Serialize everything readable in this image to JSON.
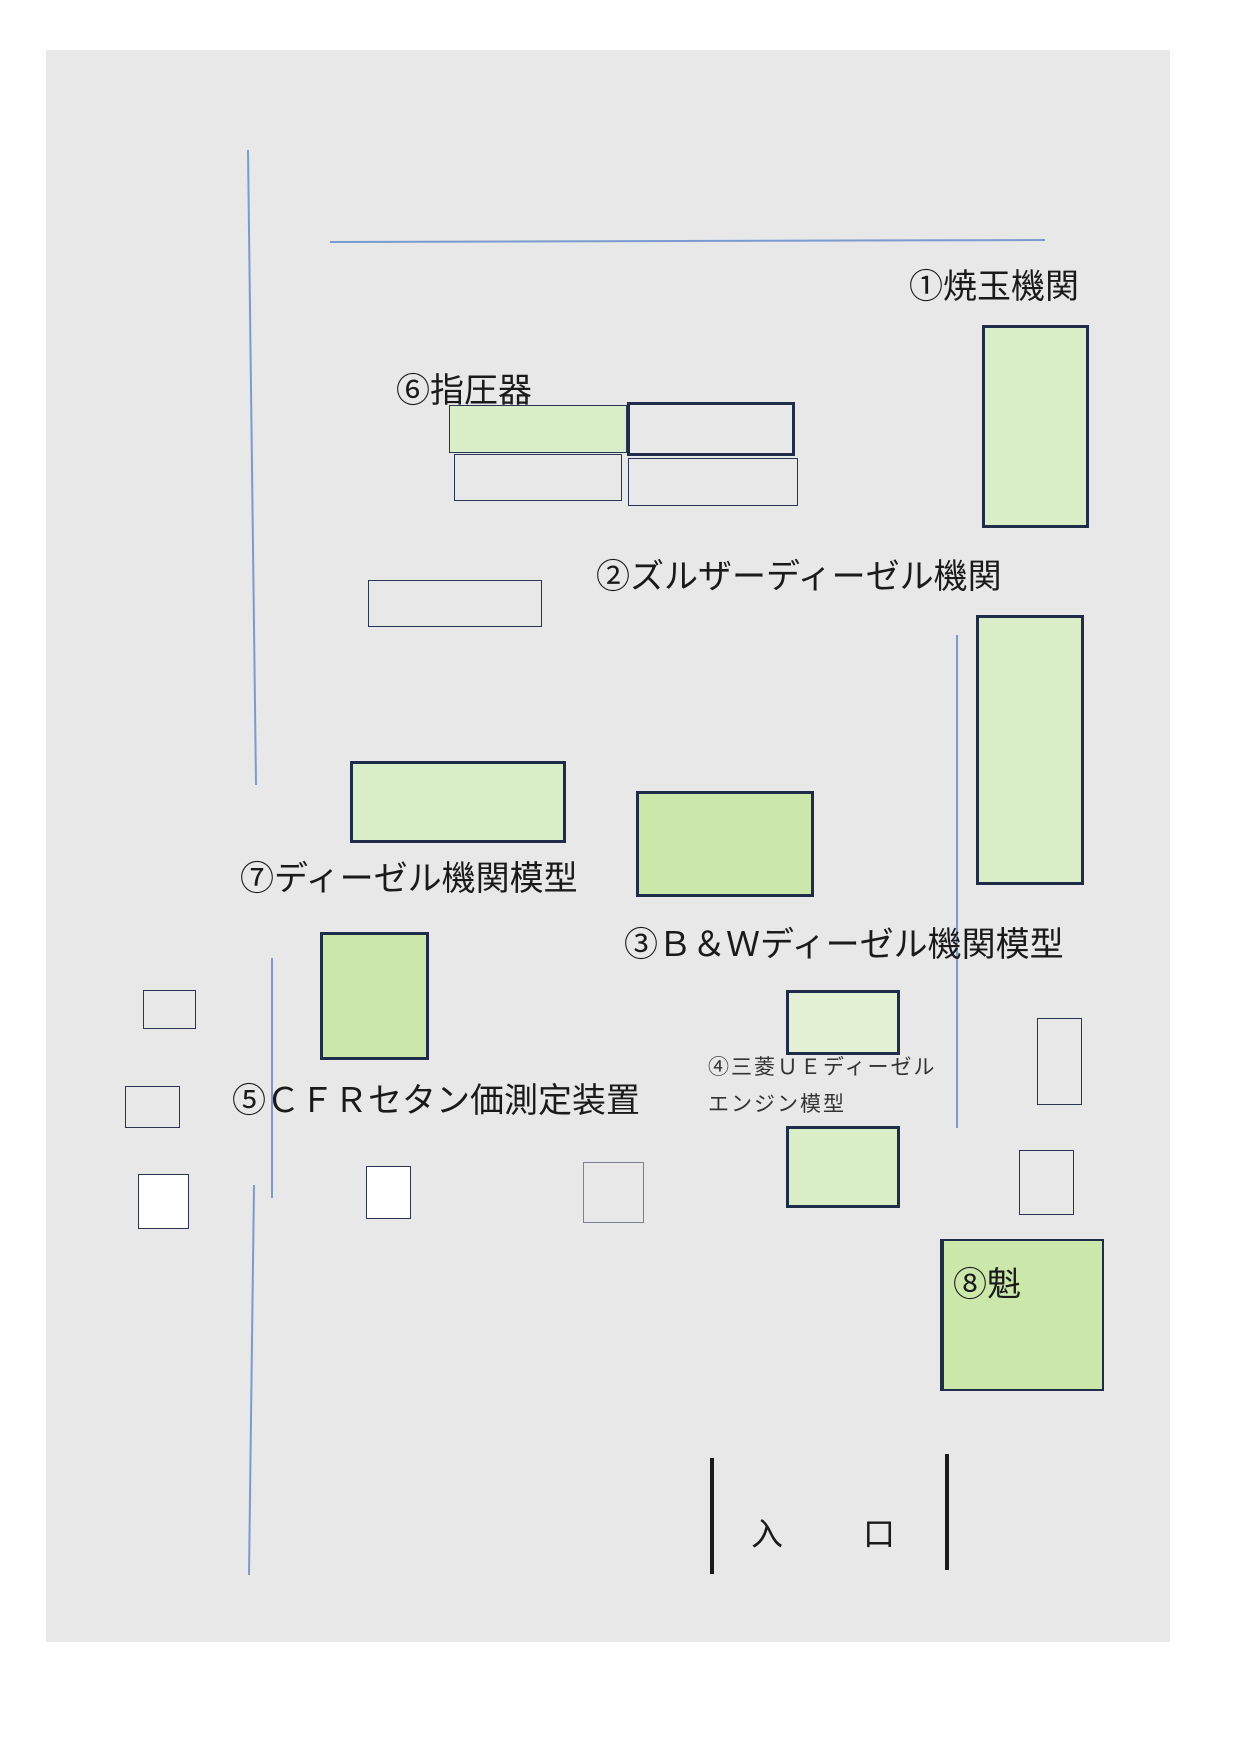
{
  "labels": {
    "exhibit_1": "①焼玉機関",
    "exhibit_2": "②ズルザーディーゼル機関",
    "exhibit_3": "③Ｂ＆Ｗディーゼル機関模型",
    "exhibit_4_line1": "④三菱ＵＥディーゼル",
    "exhibit_4_line2": "エンジン模型",
    "exhibit_5": "⑤ＣＦＲセタン価測定装置",
    "exhibit_6": "⑥指圧器",
    "exhibit_7": "⑦ディーゼル機関模型",
    "exhibit_8": "⑧魁",
    "entrance": "入口"
  },
  "colors": {
    "background": "#e8e8e8",
    "exhibit_fill_light": "#d9edc6",
    "exhibit_fill_mid": "#cbe8aa",
    "exhibit_fill_pale": "#e2f1d4",
    "border_navy": "#1f2d4a",
    "wall_blue": "#7b9ad1"
  }
}
